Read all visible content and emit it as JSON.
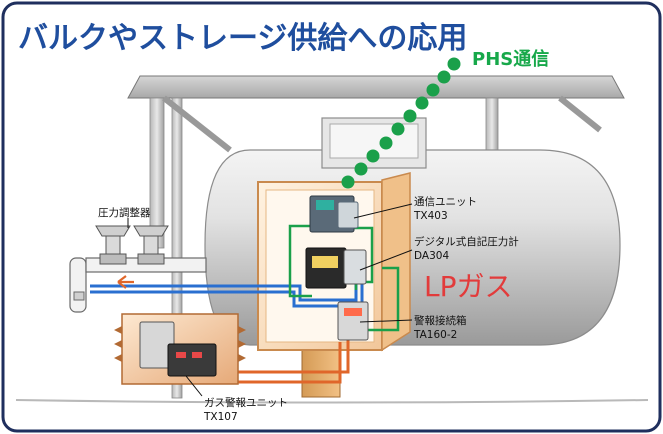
{
  "title": "バルクやストレージ供給への応用",
  "phs_label": "PHS通信",
  "lp_label": "LPガス",
  "devices": {
    "comm_unit": {
      "name": "通信ユニット",
      "model": "TX403"
    },
    "pressure_meter": {
      "name": "デジタル式自記圧力計",
      "model": "DA304"
    },
    "alarm_box": {
      "name": "警報接続箱",
      "model": "TA160-2"
    },
    "gas_alarm_unit": {
      "name": "ガス警報ユニット",
      "model": "TX107"
    }
  },
  "regulator_label": "圧力調整器",
  "colors": {
    "title": "#1f4e9e",
    "phs": "#17a84a",
    "lp": "#e23b3b",
    "frame": "#1f2f5e",
    "pipe_blue": "#2a6fd0",
    "wire_green": "#1aa04a",
    "wire_orange": "#e0662a"
  }
}
